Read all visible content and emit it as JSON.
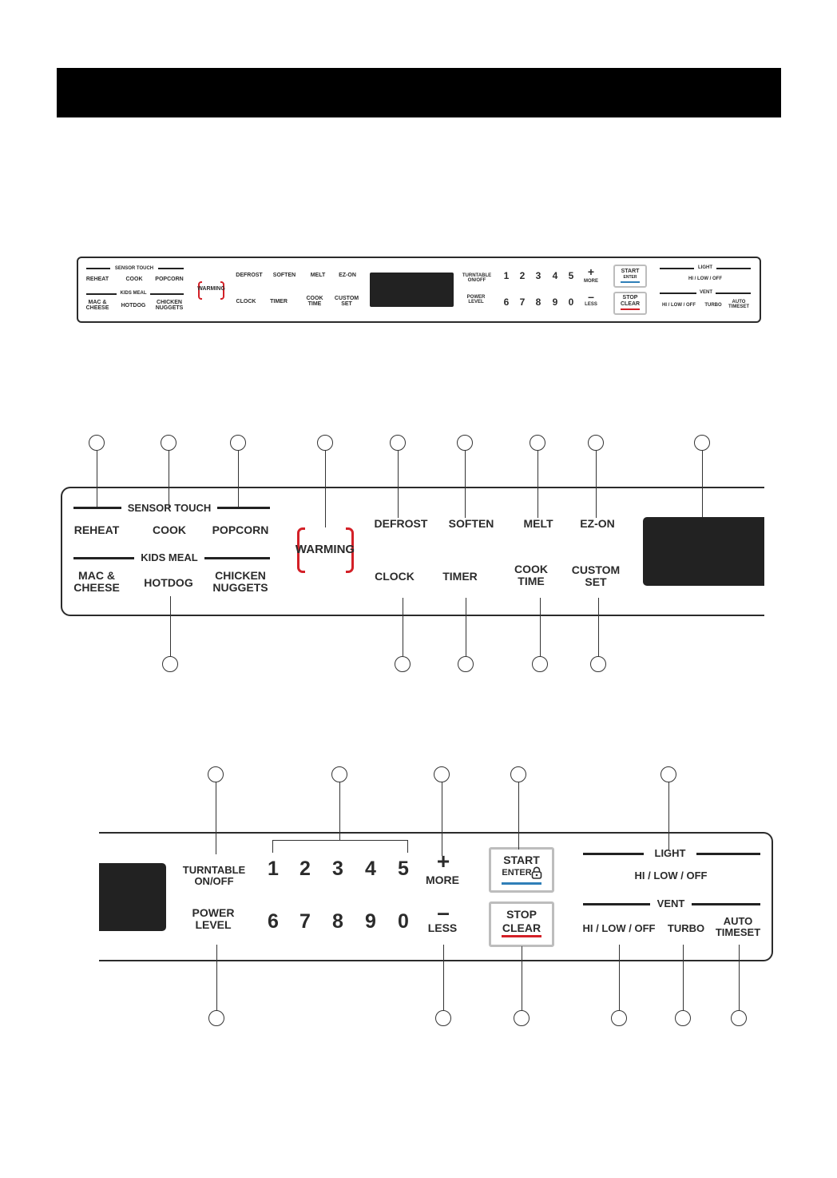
{
  "colors": {
    "header": "#000000",
    "warming_red": "#d32027",
    "start_blue": "#2f7fb8",
    "stop_red": "#d32027",
    "display": "#222222"
  },
  "panel": {
    "sensor_touch": "SENSOR TOUCH",
    "reheat": "REHEAT",
    "cook": "COOK",
    "popcorn": "POPCORN",
    "kids_meal": "KIDS MEAL",
    "mac_cheese_1": "MAC &",
    "mac_cheese_2": "CHEESE",
    "hotdog": "HOTDOG",
    "chicken_1": "CHICKEN",
    "chicken_2": "NUGGETS",
    "warming": "WARMING",
    "defrost": "DEFROST",
    "soften": "SOFTEN",
    "melt": "MELT",
    "ez_on": "EZ-ON",
    "clock": "CLOCK",
    "timer": "TIMER",
    "cook_time_1": "COOK",
    "cook_time_2": "TIME",
    "custom_set_1": "CUSTOM",
    "custom_set_2": "SET",
    "turntable_1": "TURNTABLE",
    "turntable_2": "ON/OFF",
    "power_level_1": "POWER",
    "power_level_2": "LEVEL",
    "digits_top": [
      "1",
      "2",
      "3",
      "4",
      "5"
    ],
    "digits_bottom": [
      "6",
      "7",
      "8",
      "9",
      "0"
    ],
    "plus": "+",
    "more": "MORE",
    "minus": "–",
    "less": "LESS",
    "start": "START",
    "enter": "ENTER",
    "stop": "STOP",
    "clear": "CLEAR",
    "light": "LIGHT",
    "light_hi_low_off": "HI / LOW / OFF",
    "vent": "VENT",
    "vent_hi_low_off": "HI / LOW / OFF",
    "turbo": "TURBO",
    "auto_1": "AUTO",
    "auto_2": "TIMESET"
  },
  "icons": {
    "lock": "lock-icon"
  }
}
